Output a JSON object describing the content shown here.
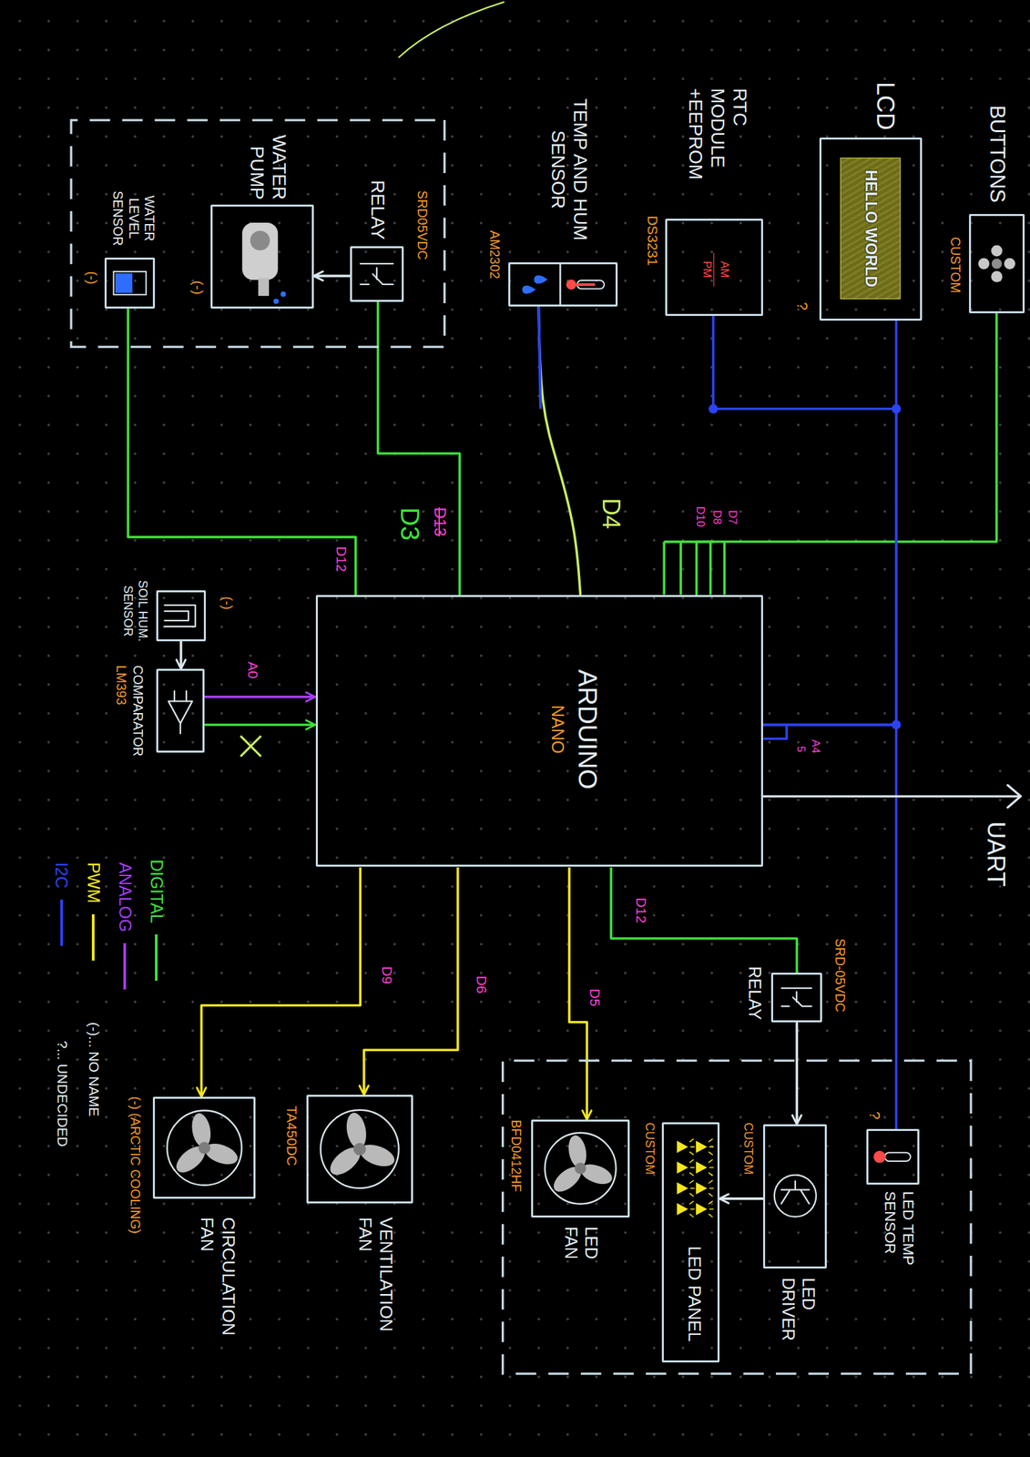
{
  "diagram": {
    "nodes": [
      {
        "text": [
          "BUTTONS",
          "CUSTOM"
        ]
      },
      {
        "text": [
          "LCD",
          "HELLO WORLD",
          "?"
        ]
      },
      {
        "text": [
          "RTC MODULE +EEPROM",
          "AM",
          "PM",
          "DS3231"
        ]
      },
      {
        "text": [
          "TEMP AND HUM SENSOR",
          "AM2302"
        ]
      },
      {
        "text": []
      },
      {
        "text": [
          "RELAY",
          "SRD05VDC"
        ],
        "in": 4
      },
      {
        "text": [
          "WATER PUMP",
          "(-)"
        ],
        "in": 4
      },
      {
        "text": [
          "WATER LEVEL SENSOR",
          "(-)"
        ],
        "in": 4
      },
      {
        "text": [
          "ARDUINO",
          "NANO"
        ]
      },
      {
        "text": [
          "(-)",
          "SOIL HUM. SENSOR"
        ]
      },
      {
        "text": [
          "COMPARATOR",
          "LM393"
        ]
      },
      {
        "text": [
          "SRD-05VDC",
          "RELAY"
        ]
      },
      {
        "text": []
      },
      {
        "text": [
          "?",
          "LED TEMP SENSOR"
        ],
        "in": 12
      },
      {
        "text": [
          "CUSTOM",
          "LED DRIVER"
        ],
        "in": 12
      },
      {
        "text": [
          "CUSTOM",
          "LED PANEL"
        ],
        "in": 12
      },
      {
        "text": [
          "BFD0412HF",
          "LED FAN"
        ],
        "in": 12
      },
      {
        "text": [
          "TA450DC",
          "VENTILATION FAN"
        ]
      },
      {
        "text": [
          "(-) (ARCTIC COOLING)",
          "CIRCULATION FAN"
        ]
      }
    ],
    "edges": [
      {
        "from": 0,
        "to": 8,
        "arrow": "none"
      },
      {
        "from": 8,
        "to": 1,
        "arrow": "none"
      },
      {
        "from": 8,
        "to": 2,
        "arrow": "none"
      },
      {
        "from": 8,
        "to": 13,
        "arrow": "none"
      },
      {
        "from": 3,
        "to": 8,
        "arrow": "none"
      },
      {
        "from": 8,
        "to": 5,
        "arrow": "none"
      },
      {
        "from": 5,
        "to": 6,
        "arrow": "to"
      },
      {
        "from": 7,
        "to": 8,
        "arrow": "none"
      },
      {
        "from": 9,
        "to": 10,
        "arrow": "to"
      },
      {
        "from": 10,
        "to": 8,
        "arrow": "to"
      },
      {
        "from": 10,
        "to": 8,
        "arrow": "to"
      },
      {
        "from": 8,
        "to": 18,
        "arrow": "to"
      },
      {
        "from": 8,
        "to": 17,
        "arrow": "to"
      },
      {
        "from": 8,
        "to": 16,
        "arrow": "to"
      },
      {
        "from": 8,
        "to": 11,
        "arrow": "none"
      },
      {
        "from": 11,
        "to": 14,
        "arrow": "to"
      },
      {
        "from": 14,
        "to": 15,
        "arrow": "to"
      }
    ],
    "labels": [
      "D12",
      "D13",
      "D3",
      "D4",
      "D7",
      "D8",
      "D10",
      "A0",
      "A4",
      "5",
      "UART",
      "D9",
      "D6",
      "D5",
      "D12"
    ],
    "legend": [
      {
        "text": "DIGITAL",
        "color": "#3fe03a"
      },
      {
        "text": "ANALOG",
        "color": "#a23ef2"
      },
      {
        "text": "PWM",
        "color": "#f5e61c"
      },
      {
        "text": "(-)... NO NAME"
      },
      {
        "text": "I2C",
        "color": "#2c42f5"
      },
      {
        "text": "?... UNDECIDED"
      }
    ]
  }
}
